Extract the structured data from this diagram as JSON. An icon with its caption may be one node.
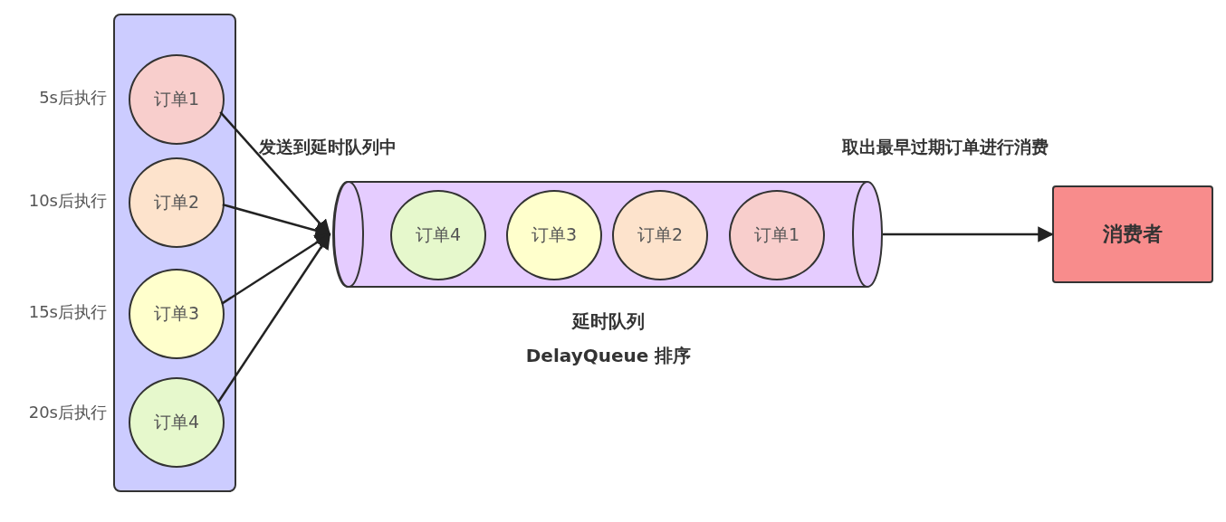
{
  "diagram": {
    "nodes": [
      {
        "text": [],
        "shape": "box"
      },
      {
        "text": [
          "订单1"
        ],
        "in": 0,
        "beside": [
          "5s后执行"
        ]
      },
      {
        "text": [
          "订单2"
        ],
        "in": 0,
        "beside": [
          "10s后执行"
        ]
      },
      {
        "text": [
          "订单3"
        ],
        "in": 0,
        "beside": [
          "15s后执行"
        ]
      },
      {
        "text": [
          "订单4"
        ],
        "in": 0,
        "beside": [
          "20s后执行"
        ]
      },
      {
        "text": [],
        "shape": "cylinder",
        "beside": [
          "延时队列",
          "DelayQueue 排序"
        ]
      },
      {
        "text": [
          "订单4"
        ],
        "in": 5
      },
      {
        "text": [
          "订单3"
        ],
        "in": 5
      },
      {
        "text": [
          "订单2"
        ],
        "in": 5
      },
      {
        "text": [
          "订单1"
        ],
        "in": 5
      },
      {
        "text": [
          "消费者"
        ]
      }
    ],
    "edges": [
      {
        "from": 1,
        "to": 5,
        "arrow": "to"
      },
      {
        "from": 2,
        "to": 5,
        "arrow": "to"
      },
      {
        "from": 3,
        "to": 5,
        "arrow": "to"
      },
      {
        "from": 4,
        "to": 5,
        "arrow": "to"
      },
      {
        "from": 5,
        "to": 10,
        "arrow": "to"
      }
    ],
    "labels": [
      "发送到延时队列中",
      "取出最早过期订单进行消费"
    ]
  }
}
